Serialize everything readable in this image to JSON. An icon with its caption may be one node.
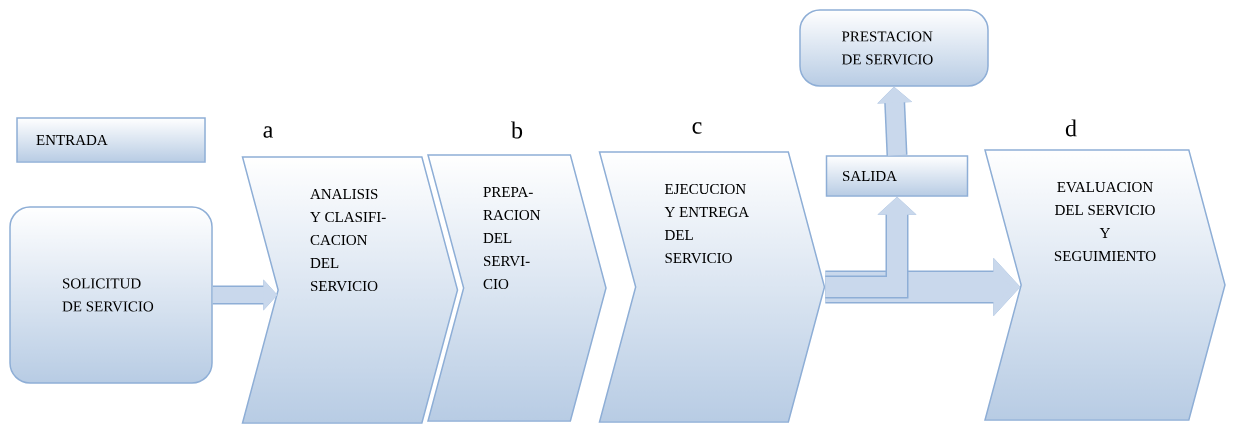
{
  "diagram": {
    "nodes": [
      {
        "text": [
          "ENTRADA"
        ]
      },
      {
        "text": [
          "SOLICITUD DE SERVICIO"
        ]
      },
      {
        "text": [
          "ANALISIS Y CLASIFI- CACION DEL SERVICIO"
        ],
        "beside": [
          "a"
        ]
      },
      {
        "text": [
          "PREPA- RACION DEL SERVI- CIO"
        ],
        "beside": [
          "b"
        ]
      },
      {
        "text": [
          "EJECUCION Y ENTREGA DEL SERVICIO"
        ],
        "beside": [
          "c"
        ]
      },
      {
        "text": [
          "SALIDA"
        ]
      },
      {
        "text": [
          "PRESTACION DE SERVICIO"
        ]
      },
      {
        "text": [
          "EVALUACION DEL SERVICIO Y SEGUIMIENTO"
        ],
        "beside": [
          "d"
        ]
      }
    ],
    "edges": [
      {
        "from": 1,
        "to": 2,
        "arrow": "to"
      },
      {
        "from": 4,
        "to": 7,
        "arrow": "to"
      },
      {
        "from": 4,
        "to": 5,
        "arrow": "to"
      },
      {
        "from": 5,
        "to": 6,
        "arrow": "to"
      }
    ]
  }
}
